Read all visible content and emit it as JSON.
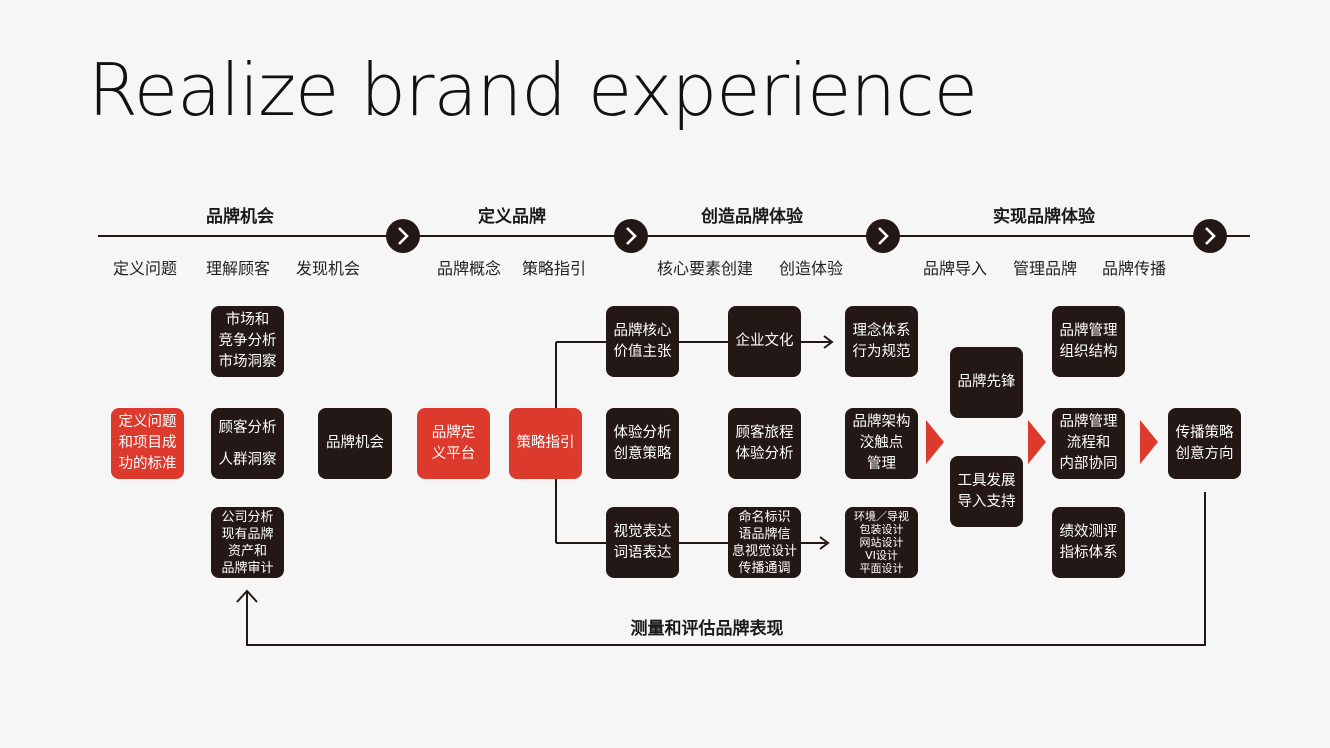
{
  "title": "Realize brand experience",
  "phases": [
    "品牌机会",
    "定义品牌",
    "创造品牌体验",
    "实现品牌体验"
  ],
  "steps": [
    "定义问题",
    "理解顾客",
    "发现机会",
    "品牌概念",
    "策略指引",
    "核心要素创建",
    "创造体验",
    "品牌导入",
    "管理品牌",
    "品牌传播"
  ],
  "boxes": {
    "define_problem": "定义问题\n和项目成\n功的标准",
    "market_analysis": "市场和\n竞争分析\n市场洞察",
    "customer_analysis": "顾客分析\n\n人群洞察",
    "company_analysis": "公司分析\n现有品牌\n资产和\n品牌审计",
    "brand_opportunity": "品牌机会",
    "brand_platform": "品牌定\n义平台",
    "strategy_guide": "策略指引",
    "brand_core": "品牌核心\n价值主张",
    "experience_analysis": "体验分析\n创意策略",
    "visual_expression": "视觉表达\n词语表达",
    "corporate_culture": "企业文化",
    "customer_journey": "顾客旅程\n体验分析",
    "naming": "命名标识\n语品牌信\n息视觉设计\n传播通调",
    "philosophy": "理念体系\n行为规范",
    "brand_arch": "品牌架构\n洨触点\n管理",
    "environment": "环境／导视\n包装设计\n网站设计\nVI设计\n平面设计",
    "brand_pioneer": "品牌先锋",
    "tool_dev": "工具发展\n导入支持",
    "brand_mgmt_org": "品牌管理\n组织结构",
    "brand_mgmt_process": "品牌管理\n流程和\n内部协同",
    "performance": "绩效测评\n指标体系",
    "communication": "传播策略\n创意方向"
  },
  "feedback_label": "测量和评估品牌表现",
  "colors": {
    "dark": "#231815",
    "accent": "#dc3a2d",
    "background": "#f6f6f6"
  }
}
